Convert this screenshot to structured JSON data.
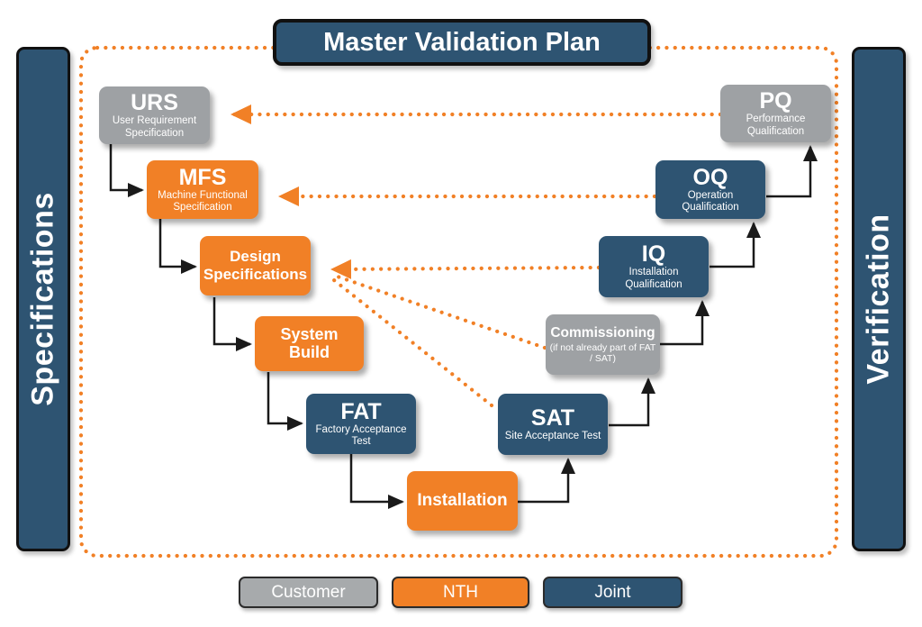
{
  "title": "Master Validation Plan",
  "sidebars": {
    "left": "Specifications",
    "right": "Verification"
  },
  "nodes": [
    {
      "id": "urs",
      "acronym": "URS",
      "subtitle": "User Requirement Specification",
      "owner": "customer"
    },
    {
      "id": "mfs",
      "acronym": "MFS",
      "subtitle": "Machine Functional Specification",
      "owner": "nth"
    },
    {
      "id": "design-specifications",
      "label": "Design Specifications",
      "owner": "nth"
    },
    {
      "id": "system-build",
      "label": "System Build",
      "owner": "nth"
    },
    {
      "id": "fat",
      "acronym": "FAT",
      "subtitle": "Factory Acceptance Test",
      "owner": "joint"
    },
    {
      "id": "installation",
      "label": "Installation",
      "owner": "nth"
    },
    {
      "id": "sat",
      "acronym": "SAT",
      "subtitle": "Site Acceptance Test",
      "owner": "joint"
    },
    {
      "id": "commissioning",
      "label": "Commissioning",
      "subtitle": "(if not already part of FAT / SAT)",
      "owner": "customer"
    },
    {
      "id": "iq",
      "acronym": "IQ",
      "subtitle": "Installation Qualification",
      "owner": "joint"
    },
    {
      "id": "oq",
      "acronym": "OQ",
      "subtitle": "Operation Qualification",
      "owner": "joint"
    },
    {
      "id": "pq",
      "acronym": "PQ",
      "subtitle": "Performance Qualification",
      "owner": "customer"
    }
  ],
  "legend": [
    {
      "label": "Customer",
      "color": "#a7aaac"
    },
    {
      "label": "NTH",
      "color": "#f18026"
    },
    {
      "label": "Joint",
      "color": "#2e5472"
    }
  ],
  "colors": {
    "customer": "#9ea1a4",
    "nth": "#f18026",
    "joint": "#2e5472",
    "dotted_border": "#f18026",
    "black_arrow": "#1a1a1a",
    "title_bg": "#2e5472"
  }
}
